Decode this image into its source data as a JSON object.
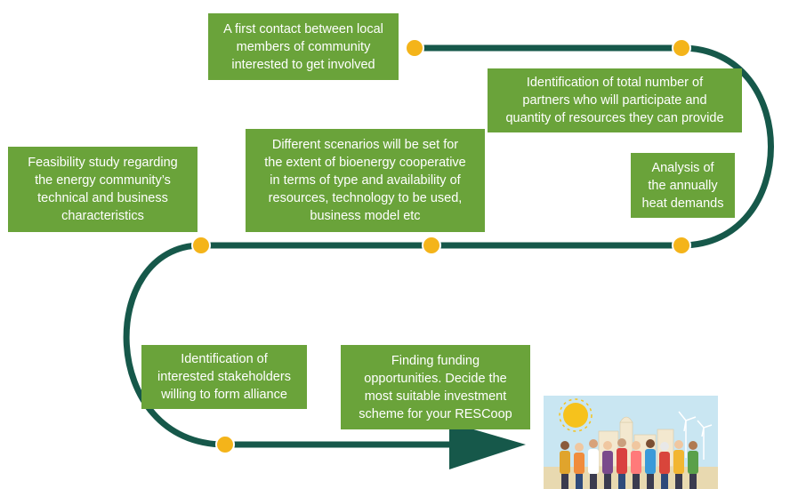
{
  "steps": [
    {
      "id": "first-contact",
      "text": "A first contact between local\nmembers  of community\ninterested to get involved"
    },
    {
      "id": "identification-partners",
      "text": "Identification of total number of\npartners who will participate and\nquantity of resources they can provide"
    },
    {
      "id": "scenarios",
      "text": "Different scenarios will be set for\nthe extent of bioenergy cooperative\nin terms of type and availability of\nresources, technology to be used,\nbusiness model etc"
    },
    {
      "id": "feasibility",
      "text": "Feasibility study regarding\nthe energy community’s\ntechnical and business\ncharacteristics"
    },
    {
      "id": "heat-demand",
      "text": "Analysis of\nthe annually\nheat demands"
    },
    {
      "id": "stakeholders",
      "text": "Identification of\ninterested stakeholders\nwilling to form alliance"
    },
    {
      "id": "funding",
      "text": "Finding funding\nopportunities.  Decide the\nmost suitable investment\nscheme for your RESCoop"
    }
  ],
  "colors": {
    "box": "#6aa33a",
    "path": "#16584a",
    "dot": "#f4b41a",
    "dot_stroke": "#ffffff"
  },
  "illustration": {
    "name": "community-people-illustration",
    "contents": [
      "sun",
      "buildings",
      "wind-turbines",
      "group-of-people"
    ]
  }
}
